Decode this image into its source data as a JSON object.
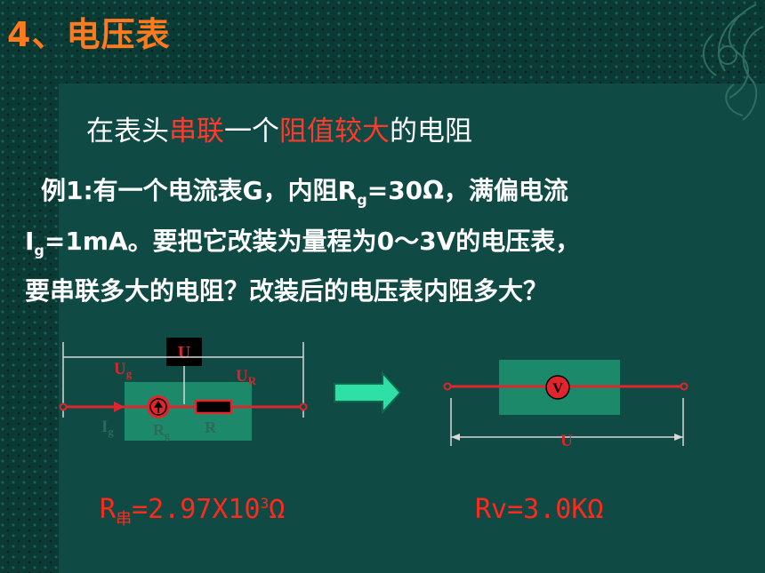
{
  "title": "4、电压表",
  "subtitle": {
    "p1": "在表头",
    "h1": "串联",
    "p2": "一个",
    "h2": "阻值较大",
    "p3": "的电阻"
  },
  "example": {
    "line1_a": "例1:有一个电流表G，内阻R",
    "line1_sub": "g",
    "line1_b": "=30Ω，满偏电流",
    "line2_a": "I",
    "line2_sub": "g",
    "line2_b": "=1mA。要把它改装为量程为0～3V的电压表，",
    "line3": "要串联多大的电阻？改装后的电压表内阻多大？"
  },
  "circuit_left": {
    "u_label": "U",
    "ug_main": "U",
    "ug_sub": "g",
    "ur_main": "U",
    "ur_sub": "R",
    "ig_main": "I",
    "ig_sub": "g",
    "rg_main": "R",
    "rg_sub": "g",
    "r_label": "R"
  },
  "circuit_right": {
    "v_label": "V",
    "u_label": "U"
  },
  "results": {
    "left_main": "R",
    "left_sub": "串",
    "left_val": "=2.97X10",
    "left_exp": "3",
    "left_unit": "Ω",
    "right": "Rv=3.0KΩ"
  },
  "colors": {
    "background": "#0f4a44",
    "title": "#ff7a1c",
    "highlight": "#ff3a2c",
    "wire": "#e0262c",
    "box": "#1c8a6a",
    "arrow": "#2ee0a6"
  }
}
